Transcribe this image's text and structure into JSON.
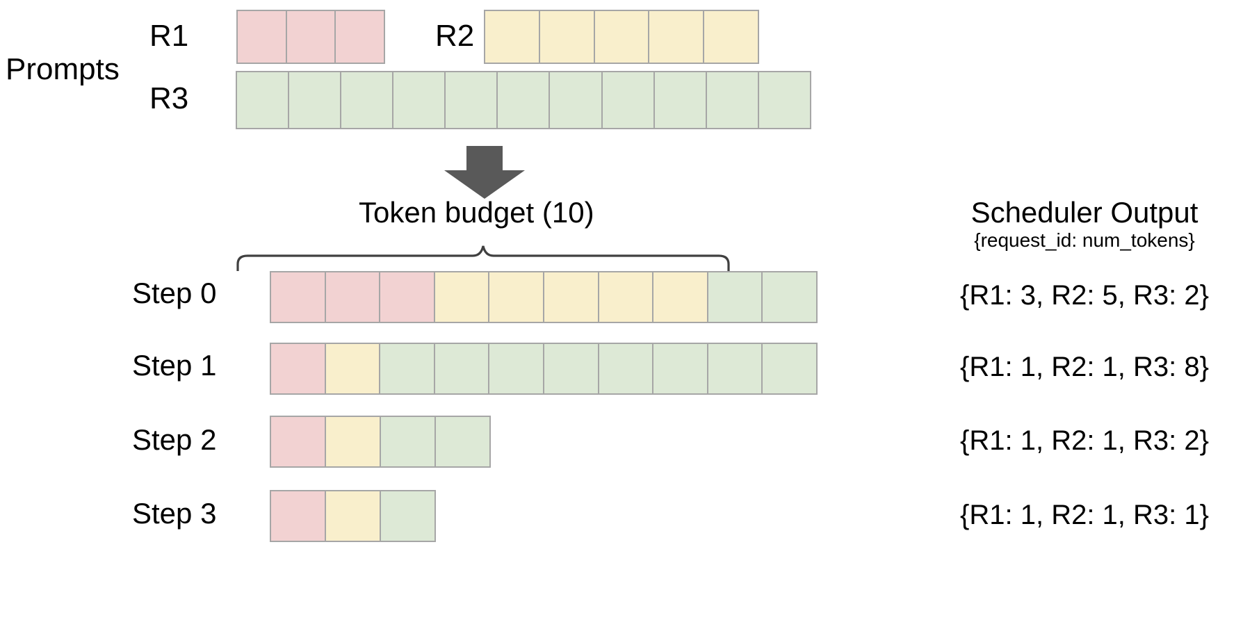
{
  "figure": {
    "title": "Continuous batching scheduler token budget diagram",
    "colors": {
      "r1": "#f2d2d2",
      "r2": "#f9efcc",
      "r3": "#dde9d6",
      "cell_border": "#a6a6a6",
      "arrow": "#595959",
      "brace": "#404040",
      "text": "#000000",
      "background": "#ffffff"
    }
  },
  "prompts": {
    "section_label": "Prompts",
    "rows": [
      {
        "id": "R1",
        "label": "R1",
        "color_key": "r1",
        "tokens": 3
      },
      {
        "id": "R2",
        "label": "R2",
        "color_key": "r2",
        "tokens": 5
      },
      {
        "id": "R3",
        "label": "R3",
        "color_key": "r3",
        "tokens": 11
      }
    ]
  },
  "budget": {
    "caption": "Token  budget (10)",
    "value": 10
  },
  "scheduler": {
    "heading": "Scheduler Output",
    "subheading": "{request_id: num_tokens}"
  },
  "steps": [
    {
      "label": "Step 0",
      "segments": [
        {
          "color_key": "r1",
          "count": 3
        },
        {
          "color_key": "r2",
          "count": 5
        },
        {
          "color_key": "r3",
          "count": 2
        }
      ],
      "output": "{R1: 3, R2: 5, R3: 2}"
    },
    {
      "label": "Step 1",
      "segments": [
        {
          "color_key": "r1",
          "count": 1
        },
        {
          "color_key": "r2",
          "count": 1
        },
        {
          "color_key": "r3",
          "count": 8
        }
      ],
      "output": "{R1: 1, R2: 1, R3: 8}"
    },
    {
      "label": "Step 2",
      "segments": [
        {
          "color_key": "r1",
          "count": 1
        },
        {
          "color_key": "r2",
          "count": 1
        },
        {
          "color_key": "r3",
          "count": 2
        }
      ],
      "output": "{R1: 1, R2: 1, R3: 2}"
    },
    {
      "label": "Step 3",
      "segments": [
        {
          "color_key": "r1",
          "count": 1
        },
        {
          "color_key": "r2",
          "count": 1
        },
        {
          "color_key": "r3",
          "count": 1
        }
      ],
      "output": "{R1: 1, R2: 1, R3: 1}"
    }
  ],
  "icons": {
    "down_arrow": "down-arrow-icon",
    "curly_brace": "curly-brace-icon"
  }
}
